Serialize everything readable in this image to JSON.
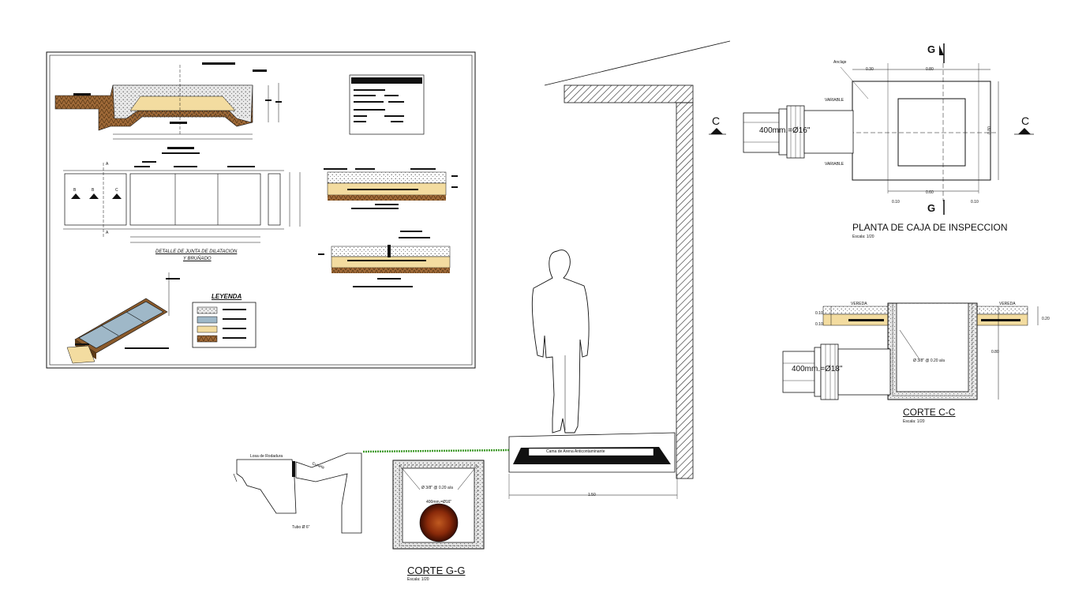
{
  "drawing": {
    "sheet_detail": {
      "caption_line1": "DETALLE DE JUNTA DE DILATACION",
      "caption_line2": "Y BRUÑADO",
      "legend_title": "LEYENDA",
      "mark_a": "A",
      "mark_b": "B",
      "mark_c": "C"
    },
    "plan": {
      "title": "PLANTA DE CAJA DE INSPECCION",
      "scale": "Escala: 1/20",
      "section_g": "G",
      "section_c": "C",
      "anchor_label": "Anclaje",
      "variable_label": "VARIABLE",
      "pipe_label": "400mm.=Ø16\"",
      "dims": [
        "0.30",
        "0.80",
        "0.10",
        "0.60",
        "0.10",
        "0.80"
      ]
    },
    "section_cc": {
      "title": "CORTE C-C",
      "scale": "Escala: 1/20",
      "vereda": "VEREDA",
      "rebar": "Ø 3/8\" @ 0.20 a/a",
      "pipe_label": "400mm.=Ø18\"",
      "dims": [
        "0.10",
        "0.10",
        "0.20",
        "0.80"
      ]
    },
    "section_gg": {
      "title": "CORTE G-G",
      "scale": "Escala: 1/20",
      "rebar": "Ø 3/8\" @ 0.20 a/a",
      "pipe_label": "400mm.=Ø16\""
    },
    "elevation": {
      "sand_bed": "Cama de Arena  Anticontaminante",
      "width_dim": "1.50"
    },
    "gutter": {
      "label_top": "Losa de Rodadura",
      "label_mid": "Cuneta",
      "pipe": "Tubo Ø 6\""
    },
    "colors": {
      "line": "#111111",
      "sand": "#f3dca0",
      "concrete": "#e8e8e8",
      "soil": "#8a5a2b",
      "pipe_fill": "#7a1e08",
      "grass": "#3f9a2a",
      "glass": "#9fb8c8"
    }
  }
}
